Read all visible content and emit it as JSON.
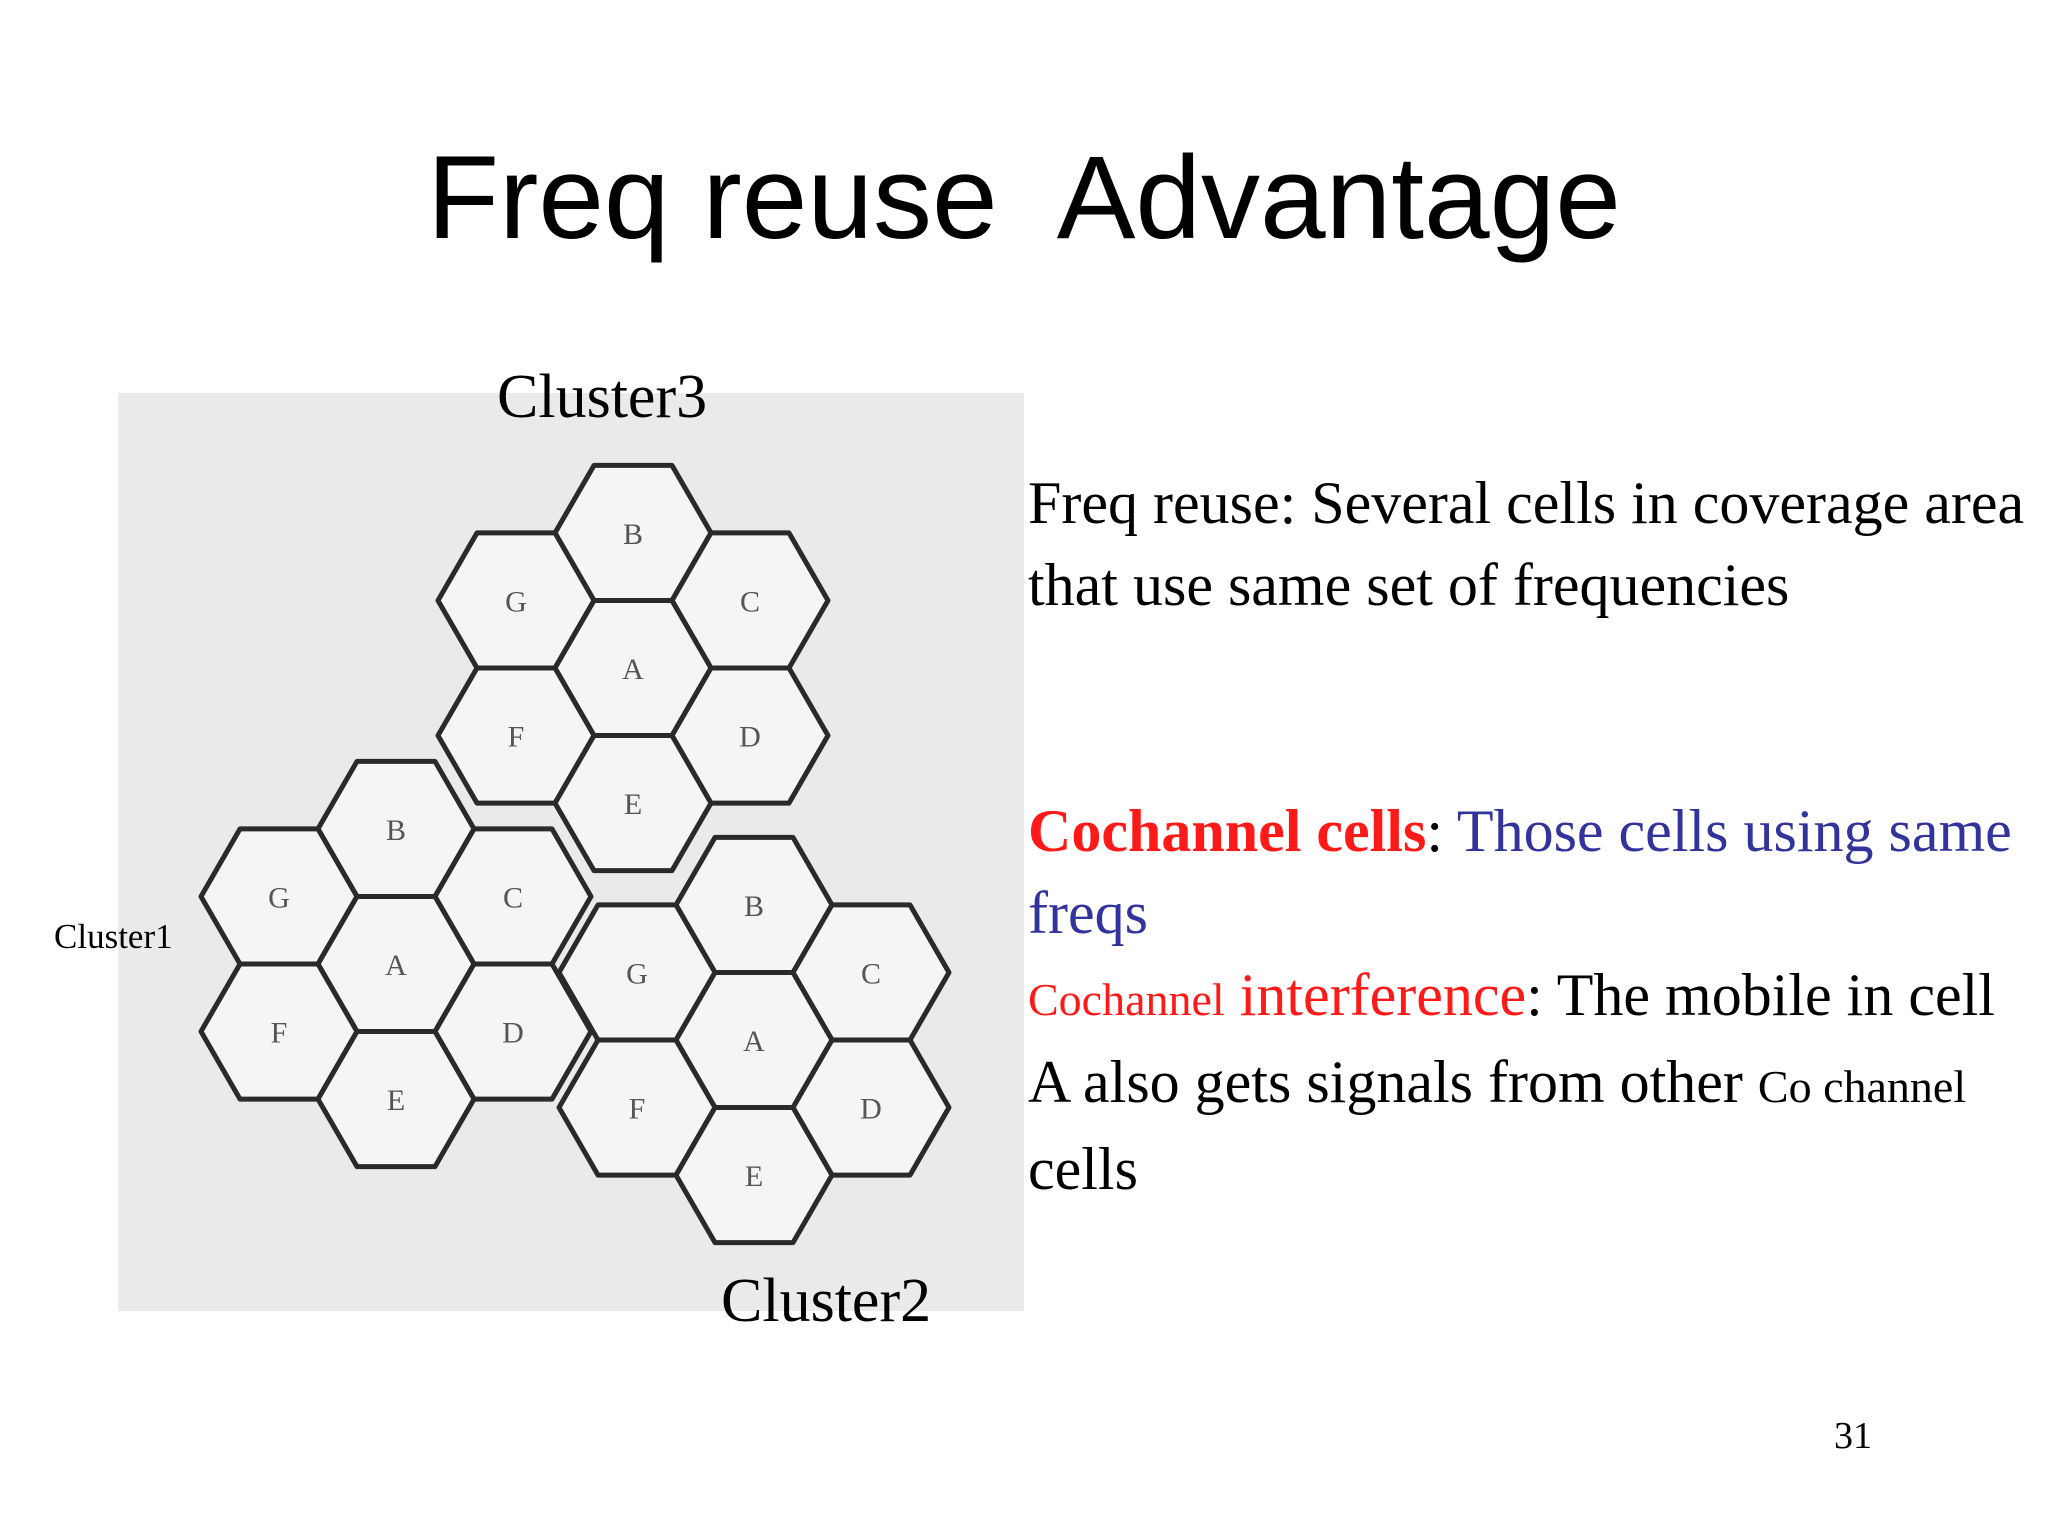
{
  "slide": {
    "title": "Freq reuse  Advantage",
    "page_number": "31"
  },
  "diagram": {
    "cluster_labels": [
      "Cluster3",
      "Cluster1",
      "Cluster2"
    ],
    "cells": [
      {
        "cluster": "Cluster3",
        "letter": "B"
      },
      {
        "cluster": "Cluster3",
        "letter": "G"
      },
      {
        "cluster": "Cluster3",
        "letter": "C"
      },
      {
        "cluster": "Cluster3",
        "letter": "A"
      },
      {
        "cluster": "Cluster3",
        "letter": "F"
      },
      {
        "cluster": "Cluster3",
        "letter": "D"
      },
      {
        "cluster": "Cluster3",
        "letter": "E"
      },
      {
        "cluster": "Cluster1",
        "letter": "B"
      },
      {
        "cluster": "Cluster1",
        "letter": "G"
      },
      {
        "cluster": "Cluster1",
        "letter": "C"
      },
      {
        "cluster": "Cluster1",
        "letter": "A"
      },
      {
        "cluster": "Cluster1",
        "letter": "F"
      },
      {
        "cluster": "Cluster1",
        "letter": "D"
      },
      {
        "cluster": "Cluster1",
        "letter": "E"
      },
      {
        "cluster": "Cluster2",
        "letter": "B"
      },
      {
        "cluster": "Cluster2",
        "letter": "G"
      },
      {
        "cluster": "Cluster2",
        "letter": "C"
      },
      {
        "cluster": "Cluster2",
        "letter": "A"
      },
      {
        "cluster": "Cluster2",
        "letter": "F"
      },
      {
        "cluster": "Cluster2",
        "letter": "D"
      },
      {
        "cluster": "Cluster2",
        "letter": "E"
      }
    ],
    "colors": {
      "background": "#ece9ec",
      "hex_fill": "#f6f4f6",
      "hex_stroke": "#2a2a2a",
      "accent_stroke": "#b0487a"
    }
  },
  "text": {
    "para1": "Freq reuse: Several cells in coverage area that use same set of frequencies",
    "cochannel_cells": "Cochannel cells",
    "colon1": ":",
    "those_cells": " Those cells using same freqs",
    "cochannel_small": "Cochannel",
    "interference": " interference",
    "rest1": ": The mobile in cell A also gets signals from other ",
    "co_channel_small": "Co channel",
    "rest2": " cells"
  },
  "colors": {
    "red": "#ff1a1a",
    "blue": "#33339c"
  }
}
